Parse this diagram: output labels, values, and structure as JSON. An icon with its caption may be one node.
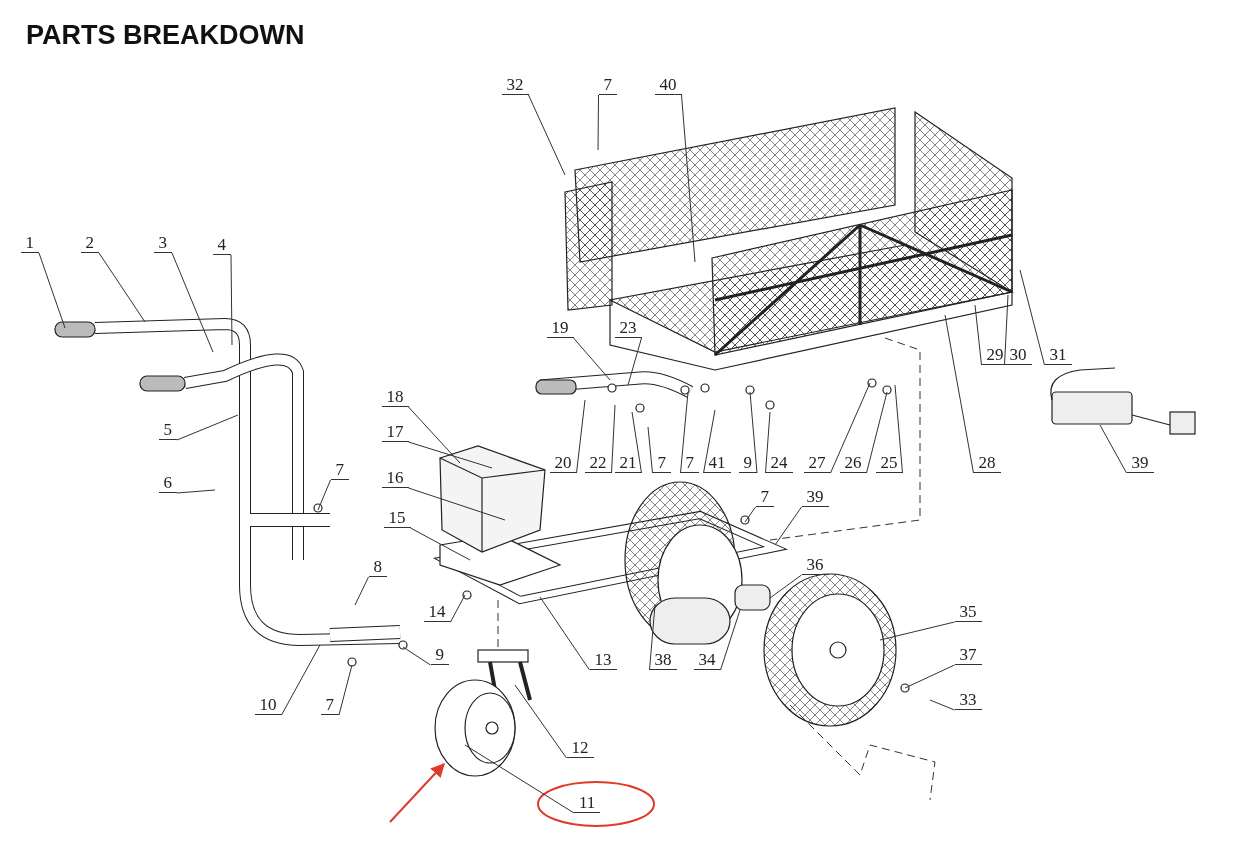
{
  "diagram": {
    "title": "PARTS BREAKDOWN",
    "nodes": [
      {
        "text": [
          "32"
        ]
      },
      {
        "text": [
          "7"
        ]
      },
      {
        "text": [
          "40"
        ]
      },
      {
        "text": [
          "1"
        ]
      },
      {
        "text": [
          "2"
        ]
      },
      {
        "text": [
          "3"
        ]
      },
      {
        "text": [
          "4"
        ]
      },
      {
        "text": [
          "19"
        ]
      },
      {
        "text": [
          "23"
        ]
      },
      {
        "text": [
          "29"
        ]
      },
      {
        "text": [
          "30"
        ]
      },
      {
        "text": [
          "31"
        ]
      },
      {
        "text": [
          "18"
        ]
      },
      {
        "text": [
          "5"
        ]
      },
      {
        "text": [
          "17"
        ]
      },
      {
        "text": [
          "20"
        ]
      },
      {
        "text": [
          "22"
        ]
      },
      {
        "text": [
          "21"
        ]
      },
      {
        "text": [
          "7"
        ]
      },
      {
        "text": [
          "7"
        ]
      },
      {
        "text": [
          "41"
        ]
      },
      {
        "text": [
          "9"
        ]
      },
      {
        "text": [
          "24"
        ]
      },
      {
        "text": [
          "27"
        ]
      },
      {
        "text": [
          "26"
        ]
      },
      {
        "text": [
          "25"
        ]
      },
      {
        "text": [
          "28"
        ]
      },
      {
        "text": [
          "39"
        ]
      },
      {
        "text": [
          "16"
        ]
      },
      {
        "text": [
          "6"
        ]
      },
      {
        "text": [
          "7"
        ]
      },
      {
        "text": [
          "7"
        ]
      },
      {
        "text": [
          "39"
        ]
      },
      {
        "text": [
          "15"
        ]
      },
      {
        "text": [
          "36"
        ]
      },
      {
        "text": [
          "8"
        ]
      },
      {
        "text": [
          "14"
        ]
      },
      {
        "text": [
          "35"
        ]
      },
      {
        "text": [
          "9"
        ]
      },
      {
        "text": [
          "13"
        ]
      },
      {
        "text": [
          "38"
        ]
      },
      {
        "text": [
          "34"
        ]
      },
      {
        "text": [
          "37"
        ]
      },
      {
        "text": [
          "33"
        ]
      },
      {
        "text": [
          "10"
        ]
      },
      {
        "text": [
          "7"
        ]
      },
      {
        "text": [
          "12"
        ]
      },
      {
        "text": [
          "11"
        ]
      }
    ],
    "edges": [
      {
        "from": 0,
        "to": null,
        "arrow": "none"
      },
      {
        "from": 1,
        "to": null,
        "arrow": "none"
      },
      {
        "from": 2,
        "to": null,
        "arrow": "none"
      },
      {
        "from": 3,
        "to": null,
        "arrow": "none"
      },
      {
        "from": 4,
        "to": null,
        "arrow": "none"
      },
      {
        "from": 5,
        "to": null,
        "arrow": "none"
      },
      {
        "from": 6,
        "to": null,
        "arrow": "none"
      },
      {
        "from": 7,
        "to": null,
        "arrow": "none"
      },
      {
        "from": 8,
        "to": null,
        "arrow": "none"
      },
      {
        "from": 9,
        "to": null,
        "arrow": "none"
      },
      {
        "from": 10,
        "to": null,
        "arrow": "none"
      },
      {
        "from": 11,
        "to": null,
        "arrow": "none"
      },
      {
        "from": 12,
        "to": null,
        "arrow": "none"
      },
      {
        "from": 13,
        "to": null,
        "arrow": "none"
      },
      {
        "from": 14,
        "to": null,
        "arrow": "none"
      },
      {
        "from": 15,
        "to": null,
        "arrow": "none"
      },
      {
        "from": 16,
        "to": null,
        "arrow": "none"
      },
      {
        "from": 17,
        "to": null,
        "arrow": "none"
      },
      {
        "from": 18,
        "to": null,
        "arrow": "none"
      },
      {
        "from": 19,
        "to": null,
        "arrow": "none"
      },
      {
        "from": 20,
        "to": null,
        "arrow": "none"
      },
      {
        "from": 21,
        "to": null,
        "arrow": "none"
      },
      {
        "from": 22,
        "to": null,
        "arrow": "none"
      },
      {
        "from": 23,
        "to": null,
        "arrow": "none"
      },
      {
        "from": 24,
        "to": null,
        "arrow": "none"
      },
      {
        "from": 25,
        "to": null,
        "arrow": "none"
      },
      {
        "from": 26,
        "to": null,
        "arrow": "none"
      },
      {
        "from": 27,
        "to": null,
        "arrow": "none"
      },
      {
        "from": 28,
        "to": null,
        "arrow": "none"
      },
      {
        "from": 29,
        "to": null,
        "arrow": "none"
      },
      {
        "from": 30,
        "to": null,
        "arrow": "none"
      },
      {
        "from": 31,
        "to": null,
        "arrow": "none"
      },
      {
        "from": 32,
        "to": null,
        "arrow": "none"
      },
      {
        "from": 33,
        "to": null,
        "arrow": "none"
      },
      {
        "from": 34,
        "to": null,
        "arrow": "none"
      },
      {
        "from": 35,
        "to": null,
        "arrow": "none"
      },
      {
        "from": 36,
        "to": null,
        "arrow": "none"
      },
      {
        "from": 37,
        "to": null,
        "arrow": "none"
      },
      {
        "from": 38,
        "to": null,
        "arrow": "none"
      },
      {
        "from": 39,
        "to": null,
        "arrow": "none"
      },
      {
        "from": 40,
        "to": null,
        "arrow": "none"
      },
      {
        "from": 41,
        "to": null,
        "arrow": "none"
      },
      {
        "from": 42,
        "to": null,
        "arrow": "none"
      },
      {
        "from": 43,
        "to": null,
        "arrow": "none"
      },
      {
        "from": 44,
        "to": null,
        "arrow": "none"
      },
      {
        "from": 45,
        "to": null,
        "arrow": "none"
      },
      {
        "from": 46,
        "to": null,
        "arrow": "none"
      },
      {
        "from": 47,
        "to": null,
        "arrow": "none"
      }
    ]
  }
}
